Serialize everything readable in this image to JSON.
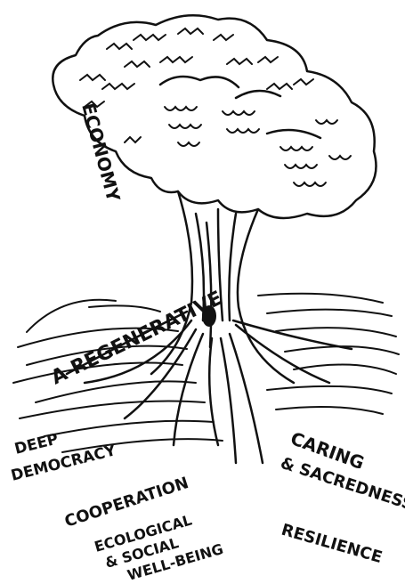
{
  "illustration": {
    "labels": {
      "regenerative": "A REGENERATIVE",
      "economy": "ECONOMY",
      "deep": "DEEP",
      "democracy": "DEMOCRACY",
      "cooperation": "COOPERATION",
      "caring": "CARING",
      "sacredness": "& SACREDNESS",
      "ecological": "ECOLOGICAL",
      "social": "& SOCIAL",
      "wellbeing": "WELL-BEING",
      "resilience": "RESILIENCE"
    },
    "colors": {
      "ink": "#111111",
      "paper": "#ffffff"
    }
  }
}
